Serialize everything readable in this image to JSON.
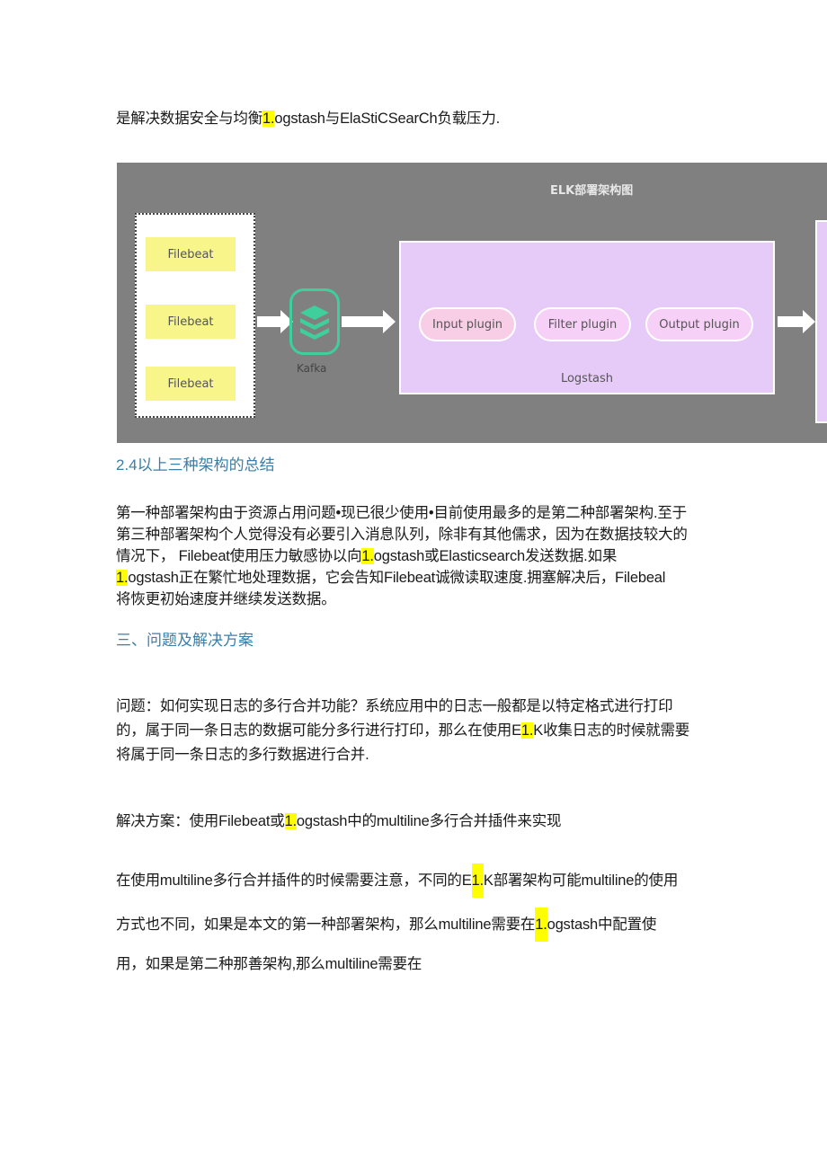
{
  "intro": [
    [
      {
        "t": "是解决数据安全与均衡"
      },
      {
        "t": "1.",
        "hl": true
      },
      {
        "t": "ogstash与ElaStiCSearCh负载压力."
      }
    ]
  ],
  "diagram": {
    "title": "ELK部署架构图",
    "filebeats": [
      "Filebeat",
      "Filebeat",
      "Filebeat"
    ],
    "kafka": "Kafka",
    "logstash": "Logstash",
    "plugins": [
      "Input plugin",
      "Filter plugin",
      "Output plugin"
    ],
    "colors": {
      "background": "#808080",
      "filebeat": "#f8f68a",
      "logstash": "#e6cbf8",
      "kafka": "#3fcf9c",
      "input_plugin": "#f8cde6",
      "plugin": "#f6d0f6"
    }
  },
  "heading_24": "2.4以上三种架构的总结",
  "summary": [
    [
      {
        "t": "第一种部署架构由于资源占用问题•现已很少使用•目前使用最多的是第二种部署架构.至于"
      }
    ],
    [
      {
        "t": "第三种部署架构个人觉得没有必要引入消息队列，除非有其他儒求，因为在数据技较大的"
      }
    ],
    [
      {
        "t": "情况下， Filebeat使用压力敏感协以向"
      },
      {
        "t": "1.",
        "hl": true
      },
      {
        "t": "ogstash或Elasticsearch发送数据.如果"
      }
    ],
    [
      {
        "t": "1.",
        "hl": true
      },
      {
        "t": "ogstash正在繁忙地处理数据，它会告知Filebeat诚微读取速度.拥塞解决后，Filebeal"
      }
    ],
    [
      {
        "t": "将恢更初始速度并继续发送数据。"
      }
    ]
  ],
  "heading_3": "三、问题及解决方案",
  "problem": [
    [
      {
        "t": "问题：如何实现日志的多行合并功能？系统应用中的日志一般都是以特定格式进行打印"
      }
    ],
    [
      {
        "t": "的，属于同一条日志的数据可能分多行进行打印，那么在使用E"
      },
      {
        "t": "1.",
        "hl": true
      },
      {
        "t": "K收集日志的时候就需要"
      }
    ],
    [
      {
        "t": "将属于同一条日志的多行数据进行合并."
      }
    ]
  ],
  "solution": [
    [
      {
        "t": "解决方案：使用Filebeat或"
      },
      {
        "t": "1.",
        "hl": true
      },
      {
        "t": "ogstash中的multiline多行合并插件来实现"
      }
    ]
  ],
  "note": [
    [
      {
        "t": "在使用multiline多行合并插件的时候需要注意，不同的E"
      },
      {
        "t": "1.",
        "hl": true
      },
      {
        "t": "K部署架构可能multiline的使用"
      }
    ],
    [
      {
        "t": "方式也不同，如果是本文的第一种部署架构，那么multiline需要在"
      },
      {
        "t": "1.",
        "hl": true
      },
      {
        "t": "ogstash中配置使"
      }
    ],
    [
      {
        "t": "用，如果是第二种那善架构,那么multiline需要在"
      }
    ]
  ]
}
